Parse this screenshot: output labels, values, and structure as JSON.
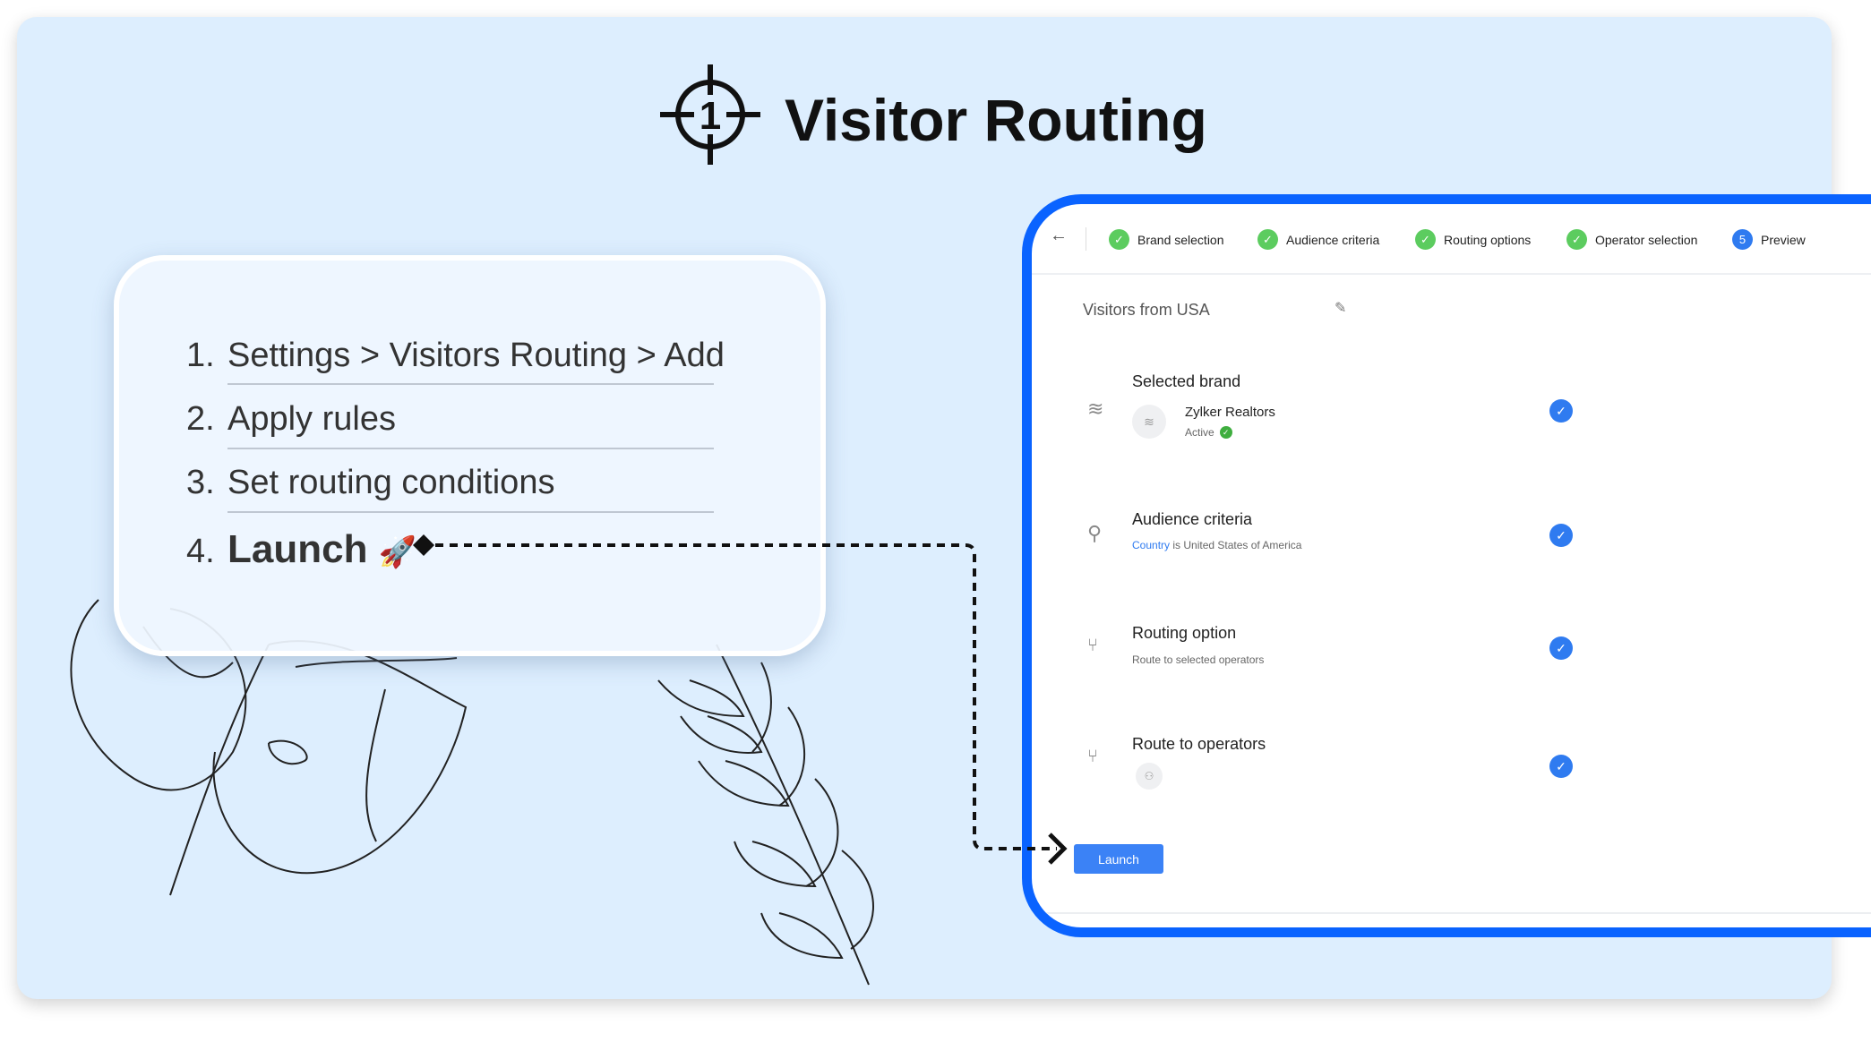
{
  "title": "Visitor Routing",
  "title_icon": "target-1-icon",
  "steps": [
    {
      "num": "1.",
      "text": "Settings > Visitors Routing > Add"
    },
    {
      "num": "2.",
      "text": "Apply rules"
    },
    {
      "num": "3.",
      "text": "Set routing conditions"
    },
    {
      "num": "4.",
      "text": "Launch",
      "emoji": "🚀"
    }
  ],
  "panel": {
    "stepper": [
      {
        "label": "Brand selection",
        "state": "done"
      },
      {
        "label": "Audience criteria",
        "state": "done"
      },
      {
        "label": "Routing options",
        "state": "done"
      },
      {
        "label": "Operator selection",
        "state": "done"
      },
      {
        "label": "Preview",
        "state": "current",
        "num": "5"
      }
    ],
    "rule_name": "Visitors from USA",
    "sections": {
      "brand": {
        "title": "Selected brand",
        "name": "Zylker Realtors",
        "status": "Active"
      },
      "audience": {
        "title": "Audience criteria",
        "field": "Country",
        "rest": " is United States of America"
      },
      "routing": {
        "title": "Routing option",
        "sub": "Route to selected operators"
      },
      "operators": {
        "title": "Route to operators"
      }
    },
    "launch_label": "Launch"
  },
  "colors": {
    "accent": "#0a63ff",
    "button": "#3b82f6",
    "done": "#5ccc5f",
    "background": "#ddeefe"
  }
}
